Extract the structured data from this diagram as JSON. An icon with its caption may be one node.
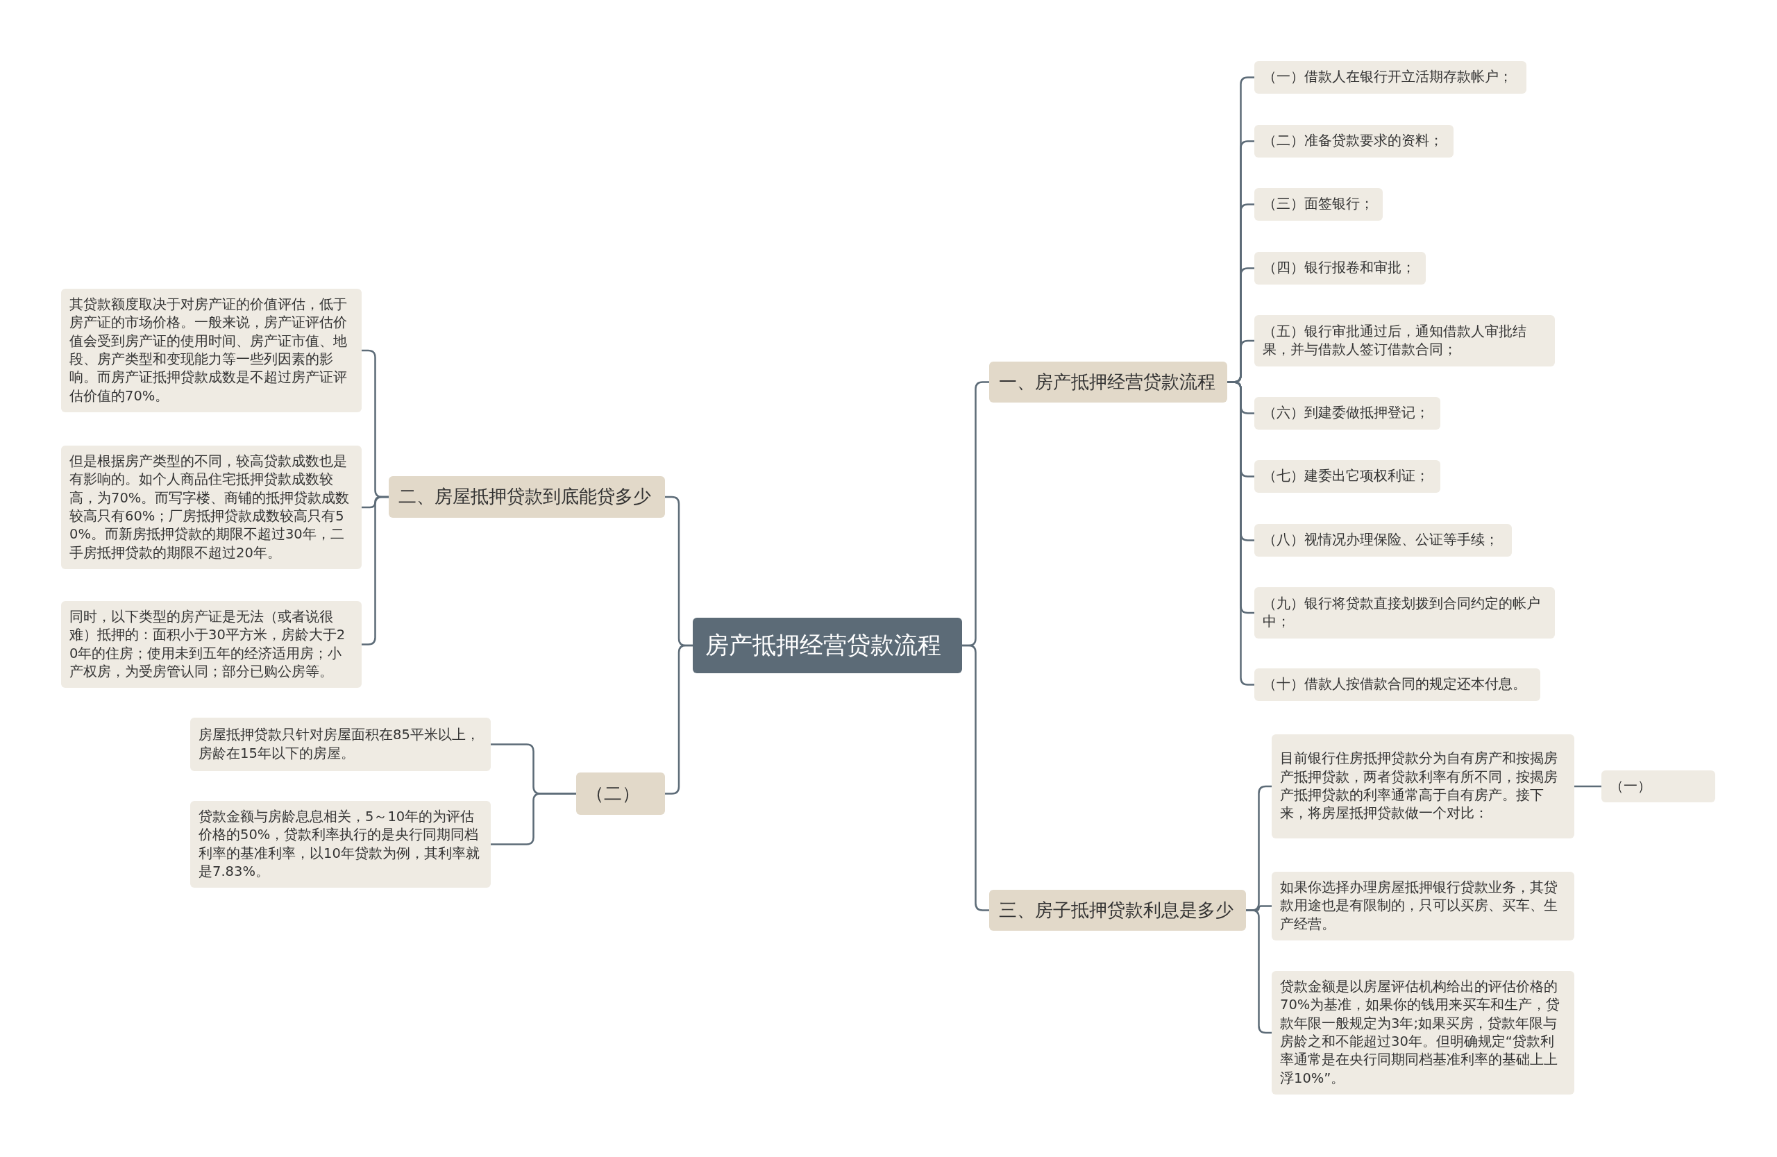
{
  "diagram": {
    "nodes": [
      {
        "text": [
          "房产抵押经营贷款流程"
        ]
      },
      {
        "text": [
          "一、房产抵押经营贷款流程"
        ]
      },
      {
        "text": [
          "（一）借款人在银行开立活期存款帐户；"
        ]
      },
      {
        "text": [
          "（二）准备贷款要求的资料；"
        ]
      },
      {
        "text": [
          "（三）面签银行；"
        ]
      },
      {
        "text": [
          "（四）银行报卷和审批；"
        ]
      },
      {
        "text": [
          "（五）银行审批通过后，通知借款人审批结果，并与借款人签订借款合同；"
        ]
      },
      {
        "text": [
          "（六）到建委做抵押登记；"
        ]
      },
      {
        "text": [
          "（七）建委出它项权利证；"
        ]
      },
      {
        "text": [
          "（八）视情况办理保险、公证等手续；"
        ]
      },
      {
        "text": [
          "（九）银行将贷款直接划拨到合同约定的帐户中；"
        ]
      },
      {
        "text": [
          "（十）借款人按借款合同的规定还本付息。"
        ]
      },
      {
        "text": [
          "二、房屋抵押贷款到底能贷多少"
        ]
      },
      {
        "text": [
          "其贷款额度取决于对房产证的价值评估，低于房产证的市场价格。一般来说，房产证评估价值会受到房产证的使用时间、房产证市值、地段、房产类型和变现能力等一些列因素的影响。而房产证抵押贷款成数是不超过房产证评估价值的70%。"
        ]
      },
      {
        "text": [
          "但是根据房产类型的不同，较高贷款成数也是有影响的。如个人商品住宅抵押贷款成数较高，为70%。而写字楼、商铺的抵押贷款成数较高只有60%；厂房抵押贷款成数较高只有50%。而新房抵押贷款的期限不超过30年，二手房抵押贷款的期限不超过20年。"
        ]
      },
      {
        "text": [
          "同时，以下类型的房产证是无法（或者说很难）抵押的：面积小于30平方米，房龄大于20年的住房；使用未到五年的经济适用房；小产权房，为受房管认同；部分已购公房等。"
        ]
      },
      {
        "text": [
          "（二）"
        ]
      },
      {
        "text": [
          "房屋抵押贷款只针对房屋面积在85平米以上，房龄在15年以下的房屋。"
        ]
      },
      {
        "text": [
          "贷款金额与房龄息息相关，5～10年的为评估价格的50%，贷款利率执行的是央行同期同档利率的基准利率，以10年贷款为例，其利率就是7.83%。"
        ]
      },
      {
        "text": [
          "三、房子抵押贷款利息是多少"
        ]
      },
      {
        "text": [
          "目前银行住房抵押贷款分为自有房产和按揭房产抵押贷款，两者贷款利率有所不同，按揭房产抵押贷款的利率通常高于自有房产。接下来，将房屋抵押贷款做一个对比："
        ]
      },
      {
        "text": [
          "如果你选择办理房屋抵押银行贷款业务，其贷款用途也是有限制的，只可以买房、买车、生产经营。"
        ]
      },
      {
        "text": [
          "贷款金额是以房屋评估机构给出的评估价格的70%为基准，如果你的钱用来买车和生产，贷款年限一般规定为3年;如果买房，贷款年限与房龄之和不能超过30年。但明确规定“贷款利率通常是在央行同期同档基准利率的基础上上浮10%”。"
        ]
      },
      {
        "text": [
          "（一）"
        ]
      }
    ],
    "edges": [
      {
        "from": 0,
        "to": 1,
        "arrow": "none"
      },
      {
        "from": 1,
        "to": 2,
        "arrow": "none"
      },
      {
        "from": 1,
        "to": 3,
        "arrow": "none"
      },
      {
        "from": 1,
        "to": 4,
        "arrow": "none"
      },
      {
        "from": 1,
        "to": 5,
        "arrow": "none"
      },
      {
        "from": 1,
        "to": 6,
        "arrow": "none"
      },
      {
        "from": 1,
        "to": 7,
        "arrow": "none"
      },
      {
        "from": 1,
        "to": 8,
        "arrow": "none"
      },
      {
        "from": 1,
        "to": 9,
        "arrow": "none"
      },
      {
        "from": 1,
        "to": 10,
        "arrow": "none"
      },
      {
        "from": 1,
        "to": 11,
        "arrow": "none"
      },
      {
        "from": 0,
        "to": 12,
        "arrow": "none"
      },
      {
        "from": 12,
        "to": 13,
        "arrow": "none"
      },
      {
        "from": 12,
        "to": 14,
        "arrow": "none"
      },
      {
        "from": 12,
        "to": 15,
        "arrow": "none"
      },
      {
        "from": 0,
        "to": 16,
        "arrow": "none"
      },
      {
        "from": 16,
        "to": 17,
        "arrow": "none"
      },
      {
        "from": 16,
        "to": 18,
        "arrow": "none"
      },
      {
        "from": 0,
        "to": 19,
        "arrow": "none"
      },
      {
        "from": 19,
        "to": 20,
        "arrow": "none"
      },
      {
        "from": 19,
        "to": 21,
        "arrow": "none"
      },
      {
        "from": 19,
        "to": 22,
        "arrow": "none"
      },
      {
        "from": 20,
        "to": 23,
        "arrow": "none"
      }
    ]
  }
}
